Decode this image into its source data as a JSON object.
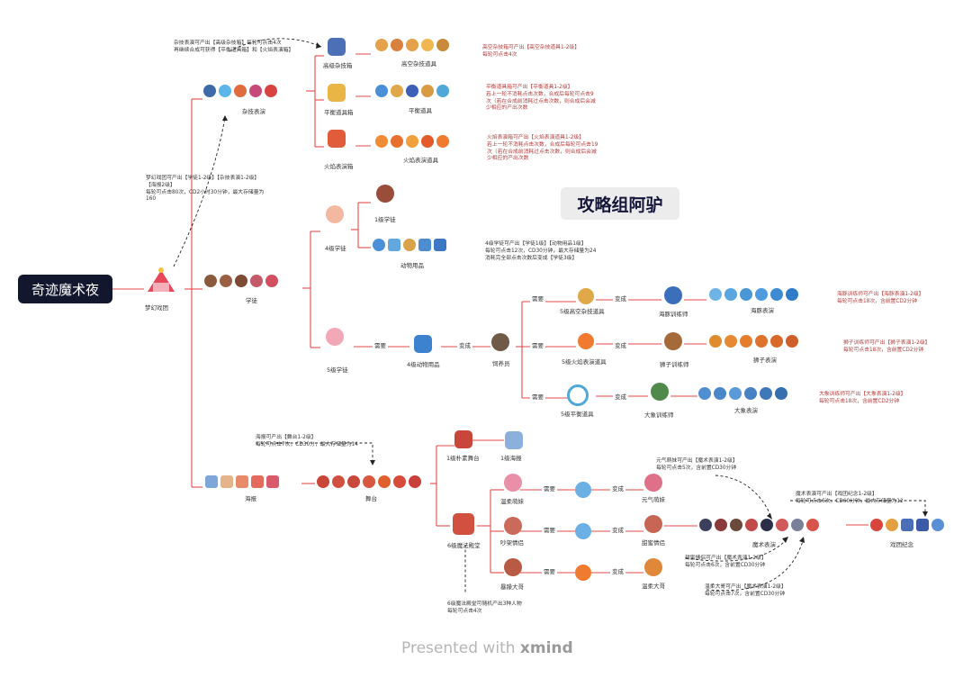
{
  "root": {
    "title": "奇迹魔术夜"
  },
  "watermark": "攻略组阿驴",
  "footer": {
    "prefix": "Presented with",
    "brand": "xmind"
  },
  "colors": {
    "line": "#e34a4a",
    "root_bg": "#13172e",
    "note": "#b23b3b",
    "dash": "#222222"
  },
  "nodes": {
    "troupe": "梦幻戏团",
    "acrobat_show": "杂技表演",
    "high_acro_box": "高级杂技箱",
    "high_acro_props": "高空杂技道具",
    "balance_box": "平衡道具箱",
    "balance_props": "平衡道具",
    "fire_box": "火焰表演箱",
    "fire_props": "火焰表演道具",
    "apprentice": "学徒",
    "lv4_apprentice": "4级学徒",
    "lv1_apprentice": "1级学徒",
    "animal_supplies": "动物用品",
    "lv5_apprentice": "5级学徒",
    "lv4_animal": "4级动物用品",
    "keeper": "饲养员",
    "lv5_high_acro": "5级高空杂技道具",
    "lv5_fire": "5级火焰表演道具",
    "lv5_balance": "5级平衡道具",
    "dolphin_trainer": "海豚训练师",
    "lion_trainer": "狮子训练师",
    "elephant_trainer": "大象训练师",
    "dolphin_show": "海豚表演",
    "lion_show": "狮子表演",
    "elephant_show": "大象表演",
    "poster": "海报",
    "stage": "舞台",
    "lv1_stage": "1级朴素舞台",
    "lv1_poster": "1级海报",
    "lv6_palace": "6级魔法殿堂",
    "wenrou_sister": "温柔萌妹",
    "shy_couple": "吵架情侣",
    "grumpy_bro": "暴躁大哥",
    "yuanqi_sister": "元气萌妹",
    "sweet_couple": "甜蜜情侣",
    "gentle_bro": "温柔大哥",
    "magic_show": "魔术表演",
    "souvenir": "戏团纪念"
  },
  "relations": {
    "need": "需要",
    "become": "变成"
  },
  "notes": {
    "acrobat_top": [
      "杂技表演可产出【高级杂技箱】每轮可点击4次",
      "再继续合成可获得【平衡道具箱】和【火焰表演箱】"
    ],
    "troupe": [
      "梦幻戏团可产出【学徒1-2级】【杂技表演1-2级】",
      "【海报2级】",
      "每轮可点击80次，CD2小时30分钟，最大存储量为",
      "160"
    ],
    "high_acro": [
      "高空杂技箱可产出【高空杂技道具1-2级】",
      "每轮可点击4次"
    ],
    "balance": [
      "平衡道具箱可产出【平衡道具1-2级】",
      "若上一轮不消耗点击次数，合成后每轮可点击9",
      "次（若在合成前消耗过点击次数，则合成后会减",
      "少相应的产出次数"
    ],
    "fire": [
      "火焰表演箱可产出【火焰表演道具1-2级】",
      "若上一轮不消耗点击次数，合成后每轮可点击19",
      "次（若在合成前消耗过点击次数，则合成后会减",
      "少相应的产出次数"
    ],
    "lv4_apprentice": [
      "4级学徒可产出【学徒1级】【动物用品1级】",
      "每轮可点击12次，CD30分钟，最大存储量为24",
      "消耗完全部点击次数后变成【学徒3级】"
    ],
    "dolphin": [
      "海豚训练师可产出【海豚表演1-2级】",
      "每轮可点击18次，含前置CD2分钟"
    ],
    "lion": [
      "狮子训练师可产出【狮子表演1-2级】",
      "每轮可点击18次，含前置CD2分钟"
    ],
    "elephant": [
      "大象训练师可产出【大象表演1-2级】",
      "每轮可点击18次，含前置CD2分钟"
    ],
    "poster": [
      "海报可产出【舞台1-2级】",
      "每轮可点击7次，CD30分，最大存储量为14"
    ],
    "yuanqi": [
      "元气萌妹可产出【魔术表演1-2级】",
      "每轮可点击5次，含前置CD30分钟"
    ],
    "magic": [
      "魔术表演可产出【戏团纪念1-2级】",
      "每轮可点击6次，CD60分钟，最大存储量为12"
    ],
    "sweet": [
      "甜蜜情侣可产出【魔术表演1-2级】",
      "每轮可点击6次，含前置CD30分钟"
    ],
    "gentle": [
      "温柔大哥可产出【魔术表演1-2级】",
      "每轮可点击7次，含前置CD30分钟"
    ],
    "palace": [
      "6级魔法殿堂可随机产出3种人物",
      "每轮可点击4次"
    ]
  },
  "icons": {
    "troupe": "circus-tent-icon",
    "acrobat_show": [
      "acrobat-icon",
      "acrobat-icon",
      "acrobat-icon",
      "acrobat-icon",
      "acrobat-icon"
    ],
    "high_acro_box": "toolbox-icon",
    "high_acro_props": [
      "trapeze-icon",
      "unicycle-icon",
      "stool-icon",
      "hoop-icon",
      "bar-icon"
    ],
    "balance_box": "toolbox-icon",
    "balance_props": [
      "skittle-icon",
      "hoop-icon",
      "ball-icon",
      "board-icon",
      "ring-icon"
    ],
    "fire_box": "toolbox-icon",
    "fire_props": [
      "torch-icon",
      "torch-icon",
      "torch-icon",
      "fire-icon",
      "fire-ring-icon"
    ],
    "apprentice": [
      "apprentice-icon",
      "apprentice-icon",
      "apprentice-icon",
      "apprentice-icon",
      "apprentice-icon"
    ],
    "lv4_apprentice": "apprentice-icon",
    "lv1_apprentice": "apprentice-icon",
    "animal_supplies": [
      "ball-icon",
      "bag-icon",
      "bucket-icon",
      "bag-icon",
      "bag-icon"
    ],
    "lv5_apprentice": "apprentice-icon",
    "lv4_animal": "bag-icon",
    "keeper": "keeper-icon",
    "lv5_high_acro": "hoop-icon",
    "lv5_fire": "fire-ring-icon",
    "lv5_balance": "ring-icon",
    "dolphin_trainer": "trainer-icon",
    "lion_trainer": "trainer-icon",
    "elephant_trainer": "trainer-icon",
    "dolphin_show": [
      "dolphin-icon",
      "dolphin-icon",
      "dolphin-icon",
      "dolphin-icon",
      "dolphin-icon",
      "dolphin-icon"
    ],
    "lion_show": [
      "lion-icon",
      "lion-icon",
      "lion-icon",
      "lion-icon",
      "lion-icon",
      "lion-icon"
    ],
    "elephant_show": [
      "elephant-icon",
      "elephant-icon",
      "elephant-icon",
      "elephant-icon",
      "elephant-icon",
      "elephant-icon"
    ],
    "poster": [
      "poster-icon",
      "poster-icon",
      "poster-icon",
      "poster-icon",
      "poster-icon"
    ],
    "stage": [
      "stage-icon",
      "stage-icon",
      "stage-icon",
      "stage-icon",
      "stage-icon",
      "stage-icon",
      "stage-icon"
    ],
    "lv1_stage": "stage-icon",
    "lv1_poster": "poster-icon",
    "lv6_palace": "palace-icon",
    "wenrou_sister": "character-icon",
    "shy_couple": "character-icon",
    "grumpy_bro": "character-icon",
    "yuanqi_sister": "character-icon",
    "sweet_couple": "character-icon",
    "gentle_bro": "character-icon",
    "magic_show": [
      "magician-icon",
      "magician-icon",
      "magician-icon",
      "magician-icon",
      "magician-icon",
      "magician-icon",
      "magician-icon",
      "magician-icon"
    ],
    "souvenir": [
      "souvenir-icon",
      "souvenir-icon",
      "souvenir-icon",
      "souvenir-icon",
      "souvenir-icon"
    ],
    "transform_token": "gift-icon"
  }
}
